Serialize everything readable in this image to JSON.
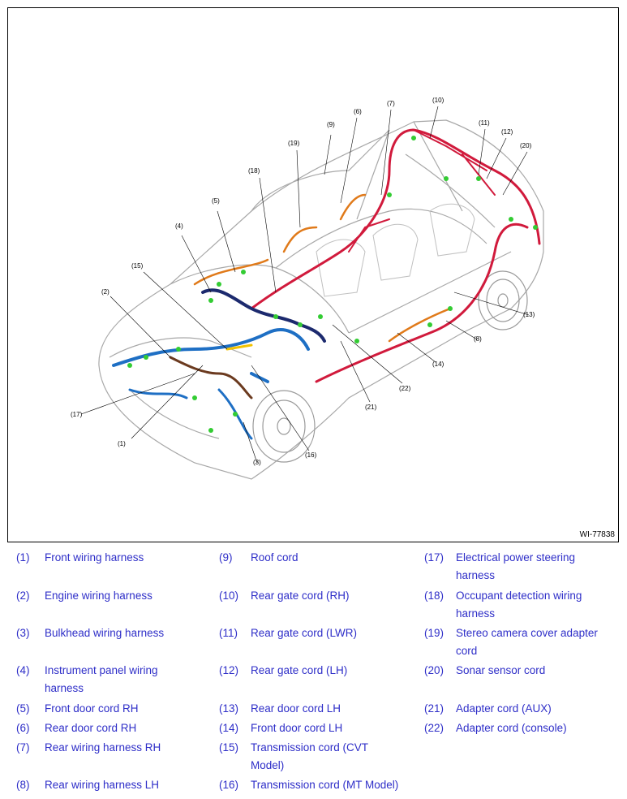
{
  "figure": {
    "figure_id": "WI-77838",
    "callouts": [
      "(1)",
      "(2)",
      "(3)",
      "(4)",
      "(5)",
      "(6)",
      "(7)",
      "(8)",
      "(9)",
      "(10)",
      "(11)",
      "(12)",
      "(13)",
      "(14)",
      "(15)",
      "(16)",
      "(17)",
      "(18)",
      "(19)",
      "(20)",
      "(21)",
      "(22)"
    ],
    "colors": {
      "body_outline": "#9a9a9a",
      "harness_red": "#d11a3c",
      "harness_blue": "#1e6fc4",
      "harness_navy": "#1c2a6e",
      "harness_orange": "#e07a1a",
      "harness_brown": "#6b3a1f",
      "connector_green": "#33cc33",
      "harness_yellow": "#f2c200"
    }
  },
  "legend": [
    {
      "num": "(1)",
      "label": "Front wiring harness"
    },
    {
      "num": "(2)",
      "label": "Engine wiring harness"
    },
    {
      "num": "(3)",
      "label": "Bulkhead wiring harness"
    },
    {
      "num": "(4)",
      "label": "Instrument panel wiring",
      "label2": "harness"
    },
    {
      "num": "(5)",
      "label": "Front door cord RH"
    },
    {
      "num": "(6)",
      "label": "Rear door cord RH"
    },
    {
      "num": "(7)",
      "label": "Rear wiring harness RH"
    },
    {
      "num": "(8)",
      "label": "Rear wiring harness LH"
    },
    {
      "num": "(9)",
      "label": "Roof cord"
    },
    {
      "num": "(10)",
      "label": "Rear gate cord (RH)"
    },
    {
      "num": "(11)",
      "label": "Rear gate cord (LWR)"
    },
    {
      "num": "(12)",
      "label": "Rear gate cord (LH)"
    },
    {
      "num": "(13)",
      "label": "Rear door cord LH"
    },
    {
      "num": "(14)",
      "label": "Front door cord LH"
    },
    {
      "num": "(15)",
      "label": "Transmission cord (CVT",
      "label2": "Model)"
    },
    {
      "num": "(16)",
      "label": "Transmission cord (MT Model)"
    },
    {
      "num": "(17)",
      "label": "Electrical power steering",
      "label2": "harness"
    },
    {
      "num": "(18)",
      "label": "Occupant detection wiring",
      "label2": "harness"
    },
    {
      "num": "(19)",
      "label": "Stereo camera cover adapter",
      "label2": "cord"
    },
    {
      "num": "(20)",
      "label": "Sonar sensor cord"
    },
    {
      "num": "(21)",
      "label": "Adapter cord (AUX)"
    },
    {
      "num": "(22)",
      "label": "Adapter cord (console)"
    }
  ]
}
